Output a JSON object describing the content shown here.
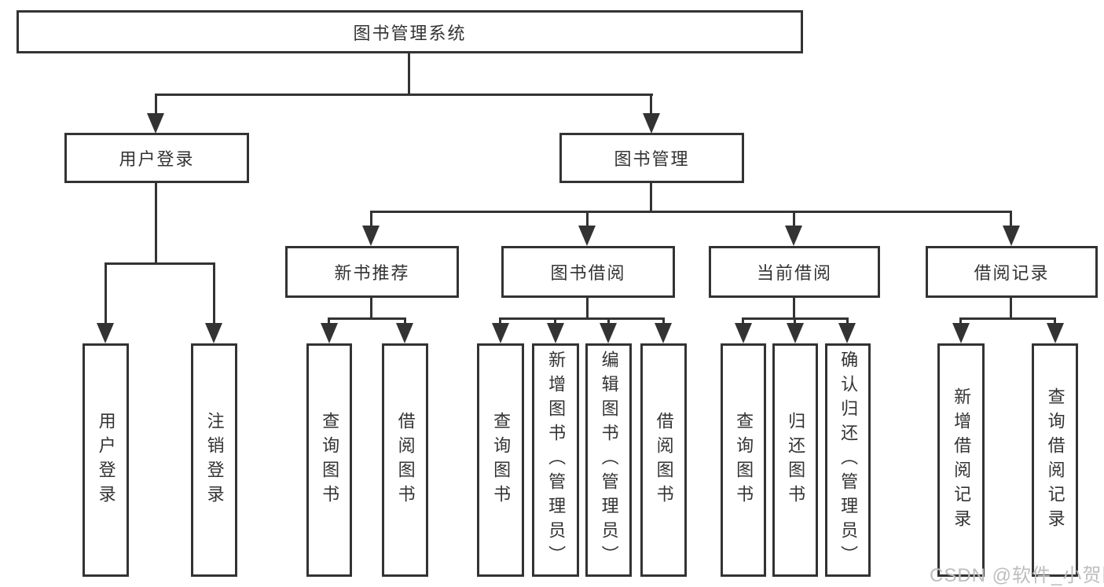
{
  "tree": {
    "root": {
      "label": "图书管理系统"
    },
    "children": [
      {
        "label": "用户登录",
        "children": [
          {
            "label": "用户登录"
          },
          {
            "label": "注销登录"
          }
        ]
      },
      {
        "label": "图书管理",
        "children": [
          {
            "label": "新书推荐",
            "children": [
              {
                "label": "查询图书"
              },
              {
                "label": "借阅图书"
              }
            ]
          },
          {
            "label": "图书借阅",
            "children": [
              {
                "label": "查询图书"
              },
              {
                "label": "新增图书（管理员）"
              },
              {
                "label": "编辑图书（管理员）"
              },
              {
                "label": "借阅图书"
              }
            ]
          },
          {
            "label": "当前借阅",
            "children": [
              {
                "label": "查询图书"
              },
              {
                "label": "归还图书"
              },
              {
                "label": "确认归还（管理员）"
              }
            ]
          },
          {
            "label": "借阅记录",
            "children": [
              {
                "label": "新增借阅记录"
              },
              {
                "label": "查询借阅记录"
              }
            ]
          }
        ]
      }
    ]
  },
  "watermark": {
    "text": "CSDN @软件_小贺同学"
  },
  "colors": {
    "line": "#333333",
    "box_border": "#333333",
    "text": "#333333",
    "background": "#ffffff",
    "watermark": "#bdbdbd"
  }
}
